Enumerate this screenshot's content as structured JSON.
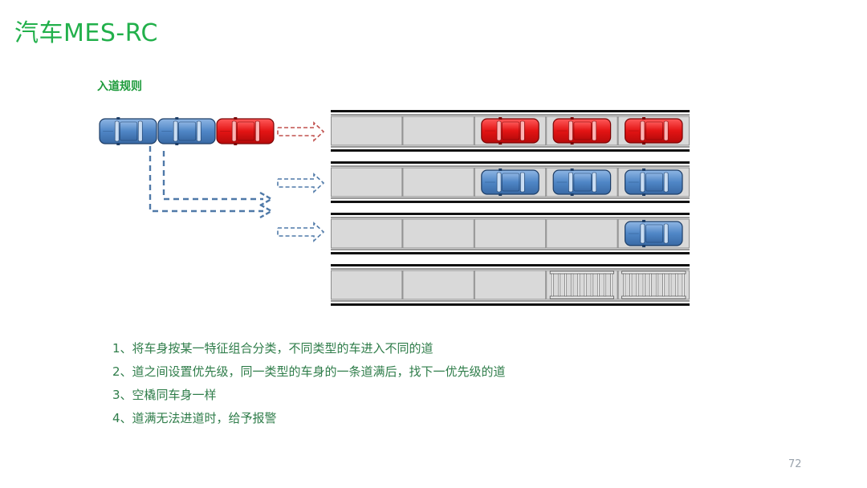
{
  "slide": {
    "title": "汽车MES-RC",
    "section_title": "入道规则",
    "page_number": "72"
  },
  "colors": {
    "title_green": "#22b04b",
    "red_car": "#ee1b1b",
    "blue_car": "#4f86c6",
    "lane_gray": "#d9d9d9",
    "arrow_red": "#c0504d",
    "arrow_blue": "#4f79a8"
  },
  "queue": [
    "blue",
    "blue",
    "red"
  ],
  "lanes": [
    [
      "empty",
      "empty",
      "red",
      "red",
      "red"
    ],
    [
      "empty",
      "empty",
      "blue",
      "blue",
      "blue"
    ],
    [
      "empty",
      "empty",
      "empty",
      "empty",
      "blue"
    ],
    [
      "empty",
      "empty",
      "empty",
      "skid",
      "skid"
    ]
  ],
  "notes": [
    "1、将车身按某一特征组合分类，不同类型的车进入不同的道",
    "2、道之间设置优先级，同一类型的车身的一条道满后，找下一优先级的道",
    "3、空橇同车身一样",
    "4、道满无法进道时，给予报警"
  ]
}
